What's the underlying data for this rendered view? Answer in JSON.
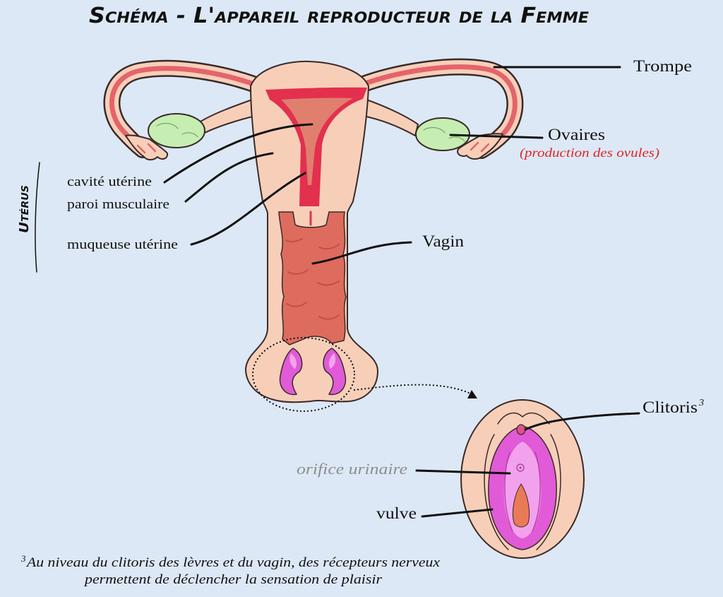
{
  "title": "Schéma - L'appareil reproducteur de la Femme",
  "labels": {
    "trompe": "Trompe",
    "ovaires": "Ovaires",
    "ovaires_note": "(production des ovules)",
    "uterus": "Utérus",
    "cavite": "cavité utérine",
    "paroi": "paroi musculaire",
    "muqueuse": "muqueuse utérine",
    "vagin": "Vagin",
    "clitoris": "Clitoris",
    "clitoris_marker": "3",
    "orifice": "orifice urinaire",
    "vulve": "vulve"
  },
  "footnote": {
    "marker": "3",
    "line1": "Au niveau du clitoris des lèvres et du vagin, des récepteurs nerveux",
    "line2": "permettent de déclencher la sensation de plaisir"
  },
  "colors": {
    "background": "#dce8f5",
    "peach": "#f7cfb9",
    "outline": "#3a2a28",
    "tube_red": "#e4646a",
    "ovary_green": "#c6eeb2",
    "mucosa_red": "#e3304f",
    "cavity_salmon": "#e07f6e",
    "vagina_salmon": "#dd6c5e",
    "vagina_dark": "#c24f48",
    "magenta": "#e15ad7",
    "light_pink": "#f2a2ec",
    "orifice_orange": "#ea7a56",
    "note_red": "#e22424",
    "grey_label": "#8e8e8e"
  }
}
